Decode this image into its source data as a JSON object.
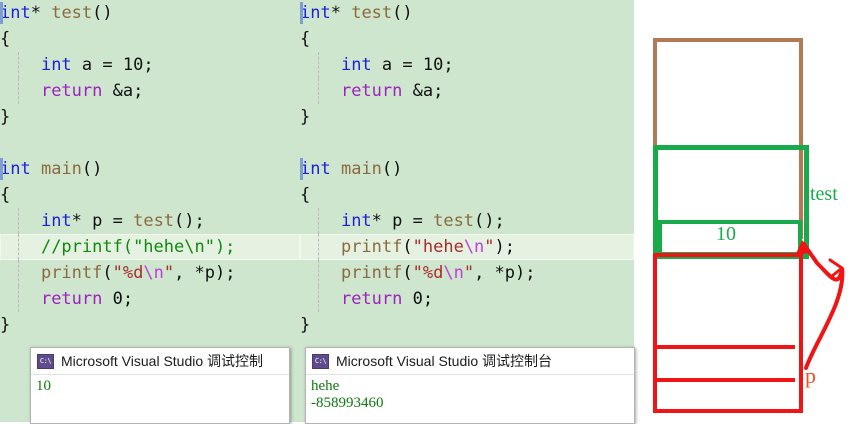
{
  "editor": {
    "background_color": "#cde6cd",
    "panes": [
      {
        "name": "left-pane",
        "lines": [
          {
            "marker": true,
            "guide": false,
            "highlight": false,
            "tokens": [
              {
                "t": "int",
                "c": "k"
              },
              {
                "t": "* ",
                "c": "pl"
              },
              {
                "t": "test",
                "c": "fn"
              },
              {
                "t": "()",
                "c": "pl"
              }
            ]
          },
          {
            "marker": false,
            "guide": false,
            "highlight": false,
            "tokens": [
              {
                "t": "{",
                "c": "pl"
              }
            ]
          },
          {
            "marker": false,
            "guide": true,
            "highlight": false,
            "tokens": [
              {
                "t": "    ",
                "c": "pl"
              },
              {
                "t": "int",
                "c": "k"
              },
              {
                "t": " a = ",
                "c": "pl"
              },
              {
                "t": "10",
                "c": "num"
              },
              {
                "t": ";",
                "c": "pl"
              }
            ]
          },
          {
            "marker": false,
            "guide": true,
            "highlight": false,
            "tokens": [
              {
                "t": "    ",
                "c": "pl"
              },
              {
                "t": "return",
                "c": "kw"
              },
              {
                "t": " &a;",
                "c": "pl"
              }
            ]
          },
          {
            "marker": false,
            "guide": false,
            "highlight": false,
            "tokens": [
              {
                "t": "}",
                "c": "pl"
              }
            ]
          },
          {
            "marker": false,
            "guide": false,
            "highlight": false,
            "tokens": []
          },
          {
            "marker": true,
            "guide": false,
            "highlight": false,
            "tokens": [
              {
                "t": "int",
                "c": "k"
              },
              {
                "t": " ",
                "c": "pl"
              },
              {
                "t": "main",
                "c": "fn"
              },
              {
                "t": "()",
                "c": "pl"
              }
            ]
          },
          {
            "marker": false,
            "guide": false,
            "highlight": false,
            "tokens": [
              {
                "t": "{",
                "c": "pl"
              }
            ]
          },
          {
            "marker": false,
            "guide": true,
            "highlight": false,
            "tokens": [
              {
                "t": "    ",
                "c": "pl"
              },
              {
                "t": "int",
                "c": "k"
              },
              {
                "t": "* p = ",
                "c": "pl"
              },
              {
                "t": "test",
                "c": "fn"
              },
              {
                "t": "();",
                "c": "pl"
              }
            ]
          },
          {
            "marker": false,
            "guide": true,
            "highlight": true,
            "tokens": [
              {
                "t": "    ",
                "c": "pl"
              },
              {
                "t": "//printf(\"hehe\\n\");",
                "c": "cmt"
              }
            ]
          },
          {
            "marker": false,
            "guide": true,
            "highlight": false,
            "tokens": [
              {
                "t": "    ",
                "c": "pl"
              },
              {
                "t": "printf",
                "c": "fn"
              },
              {
                "t": "(",
                "c": "pl"
              },
              {
                "t": "\"%d",
                "c": "str"
              },
              {
                "t": "\\n",
                "c": "esc"
              },
              {
                "t": "\"",
                "c": "str"
              },
              {
                "t": ", *p);",
                "c": "pl"
              }
            ]
          },
          {
            "marker": false,
            "guide": true,
            "highlight": false,
            "tokens": [
              {
                "t": "    ",
                "c": "pl"
              },
              {
                "t": "return",
                "c": "kw"
              },
              {
                "t": " ",
                "c": "pl"
              },
              {
                "t": "0",
                "c": "num"
              },
              {
                "t": ";",
                "c": "pl"
              }
            ]
          },
          {
            "marker": false,
            "guide": false,
            "highlight": false,
            "tokens": [
              {
                "t": "}",
                "c": "pl"
              }
            ]
          }
        ]
      },
      {
        "name": "right-pane",
        "lines": [
          {
            "marker": true,
            "guide": false,
            "highlight": false,
            "tokens": [
              {
                "t": "int",
                "c": "k"
              },
              {
                "t": "* ",
                "c": "pl"
              },
              {
                "t": "test",
                "c": "fn"
              },
              {
                "t": "()",
                "c": "pl"
              }
            ]
          },
          {
            "marker": false,
            "guide": false,
            "highlight": false,
            "tokens": [
              {
                "t": "{",
                "c": "pl"
              }
            ]
          },
          {
            "marker": false,
            "guide": true,
            "highlight": false,
            "tokens": [
              {
                "t": "    ",
                "c": "pl"
              },
              {
                "t": "int",
                "c": "k"
              },
              {
                "t": " a = ",
                "c": "pl"
              },
              {
                "t": "10",
                "c": "num"
              },
              {
                "t": ";",
                "c": "pl"
              }
            ]
          },
          {
            "marker": false,
            "guide": true,
            "highlight": false,
            "tokens": [
              {
                "t": "    ",
                "c": "pl"
              },
              {
                "t": "return",
                "c": "kw"
              },
              {
                "t": " &a;",
                "c": "pl"
              }
            ]
          },
          {
            "marker": false,
            "guide": false,
            "highlight": false,
            "tokens": [
              {
                "t": "}",
                "c": "pl"
              }
            ]
          },
          {
            "marker": false,
            "guide": false,
            "highlight": false,
            "tokens": []
          },
          {
            "marker": true,
            "guide": false,
            "highlight": false,
            "tokens": [
              {
                "t": "int",
                "c": "k"
              },
              {
                "t": " ",
                "c": "pl"
              },
              {
                "t": "main",
                "c": "fn"
              },
              {
                "t": "()",
                "c": "pl"
              }
            ]
          },
          {
            "marker": false,
            "guide": false,
            "highlight": false,
            "tokens": [
              {
                "t": "{",
                "c": "pl"
              }
            ]
          },
          {
            "marker": false,
            "guide": true,
            "highlight": false,
            "tokens": [
              {
                "t": "    ",
                "c": "pl"
              },
              {
                "t": "int",
                "c": "k"
              },
              {
                "t": "* p = ",
                "c": "pl"
              },
              {
                "t": "test",
                "c": "fn"
              },
              {
                "t": "();",
                "c": "pl"
              }
            ]
          },
          {
            "marker": false,
            "guide": true,
            "highlight": true,
            "tokens": [
              {
                "t": "    ",
                "c": "pl"
              },
              {
                "t": "printf",
                "c": "fn"
              },
              {
                "t": "(",
                "c": "pl"
              },
              {
                "t": "\"hehe",
                "c": "str"
              },
              {
                "t": "\\n",
                "c": "esc"
              },
              {
                "t": "\"",
                "c": "str"
              },
              {
                "t": ");",
                "c": "pl"
              }
            ]
          },
          {
            "marker": false,
            "guide": true,
            "highlight": false,
            "tokens": [
              {
                "t": "    ",
                "c": "pl"
              },
              {
                "t": "printf",
                "c": "fn"
              },
              {
                "t": "(",
                "c": "pl"
              },
              {
                "t": "\"%d",
                "c": "str"
              },
              {
                "t": "\\n",
                "c": "esc"
              },
              {
                "t": "\"",
                "c": "str"
              },
              {
                "t": ", *p);",
                "c": "pl"
              }
            ]
          },
          {
            "marker": false,
            "guide": true,
            "highlight": false,
            "tokens": [
              {
                "t": "    ",
                "c": "pl"
              },
              {
                "t": "return",
                "c": "kw"
              },
              {
                "t": " ",
                "c": "pl"
              },
              {
                "t": "0",
                "c": "num"
              },
              {
                "t": ";",
                "c": "pl"
              }
            ]
          },
          {
            "marker": false,
            "guide": false,
            "highlight": false,
            "tokens": [
              {
                "t": "}",
                "c": "pl"
              }
            ]
          }
        ]
      }
    ]
  },
  "console_left": {
    "icon": "console-app-icon",
    "icon_glyph": "C:\\",
    "title": "Microsoft Visual Studio 调试控制",
    "output": [
      "10"
    ]
  },
  "console_right": {
    "icon": "console-app-icon",
    "icon_glyph": "C:\\",
    "title": "Microsoft Visual Studio 调试控制台",
    "output": [
      "hehe",
      "-858993460"
    ]
  },
  "diagram": {
    "colors": {
      "brown": "#b17a55",
      "green": "#19aa4b",
      "red": "#f01414",
      "orange": "#f0501e"
    },
    "stack_value": "10",
    "label_test": "test",
    "label_p": "p",
    "arrow": "curved-arrow-p-to-value"
  }
}
